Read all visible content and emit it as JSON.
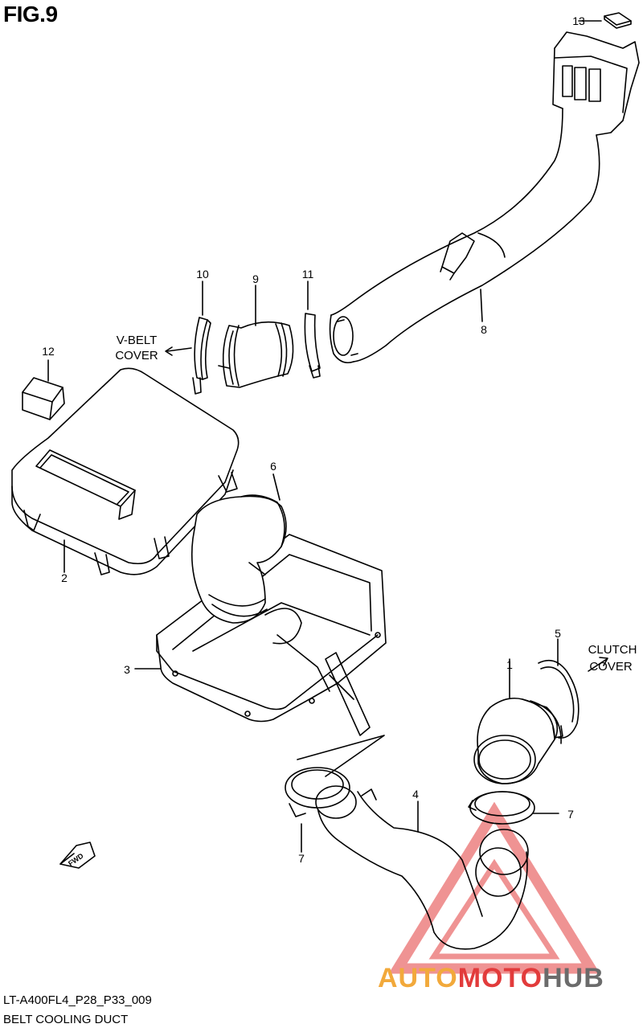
{
  "figure": {
    "title": "FIG.9"
  },
  "callouts": {
    "c1": "1",
    "c2": "2",
    "c3": "3",
    "c4": "4",
    "c5": "5",
    "c6": "6",
    "c7a": "7",
    "c7b": "7",
    "c8": "8",
    "c9": "9",
    "c10": "10",
    "c11": "11",
    "c12": "12",
    "c13": "13"
  },
  "direction_labels": {
    "vbelt_line1": "V-BELT",
    "vbelt_line2": "COVER",
    "clutch_line1": "CLUTCH",
    "clutch_line2": "COVER",
    "fwd": "FWD"
  },
  "footer": {
    "code": "LT-A400FL4_P28_P33_009",
    "name": "BELT COOLING DUCT"
  },
  "watermark": {
    "part1": "AUTO",
    "part2": "MOTO",
    "part3": "HUB"
  },
  "colors": {
    "line": "#000000",
    "watermark_red": "#e23b3b",
    "watermark_orange": "#f2a93b",
    "watermark_gray": "#6b6b6b"
  }
}
